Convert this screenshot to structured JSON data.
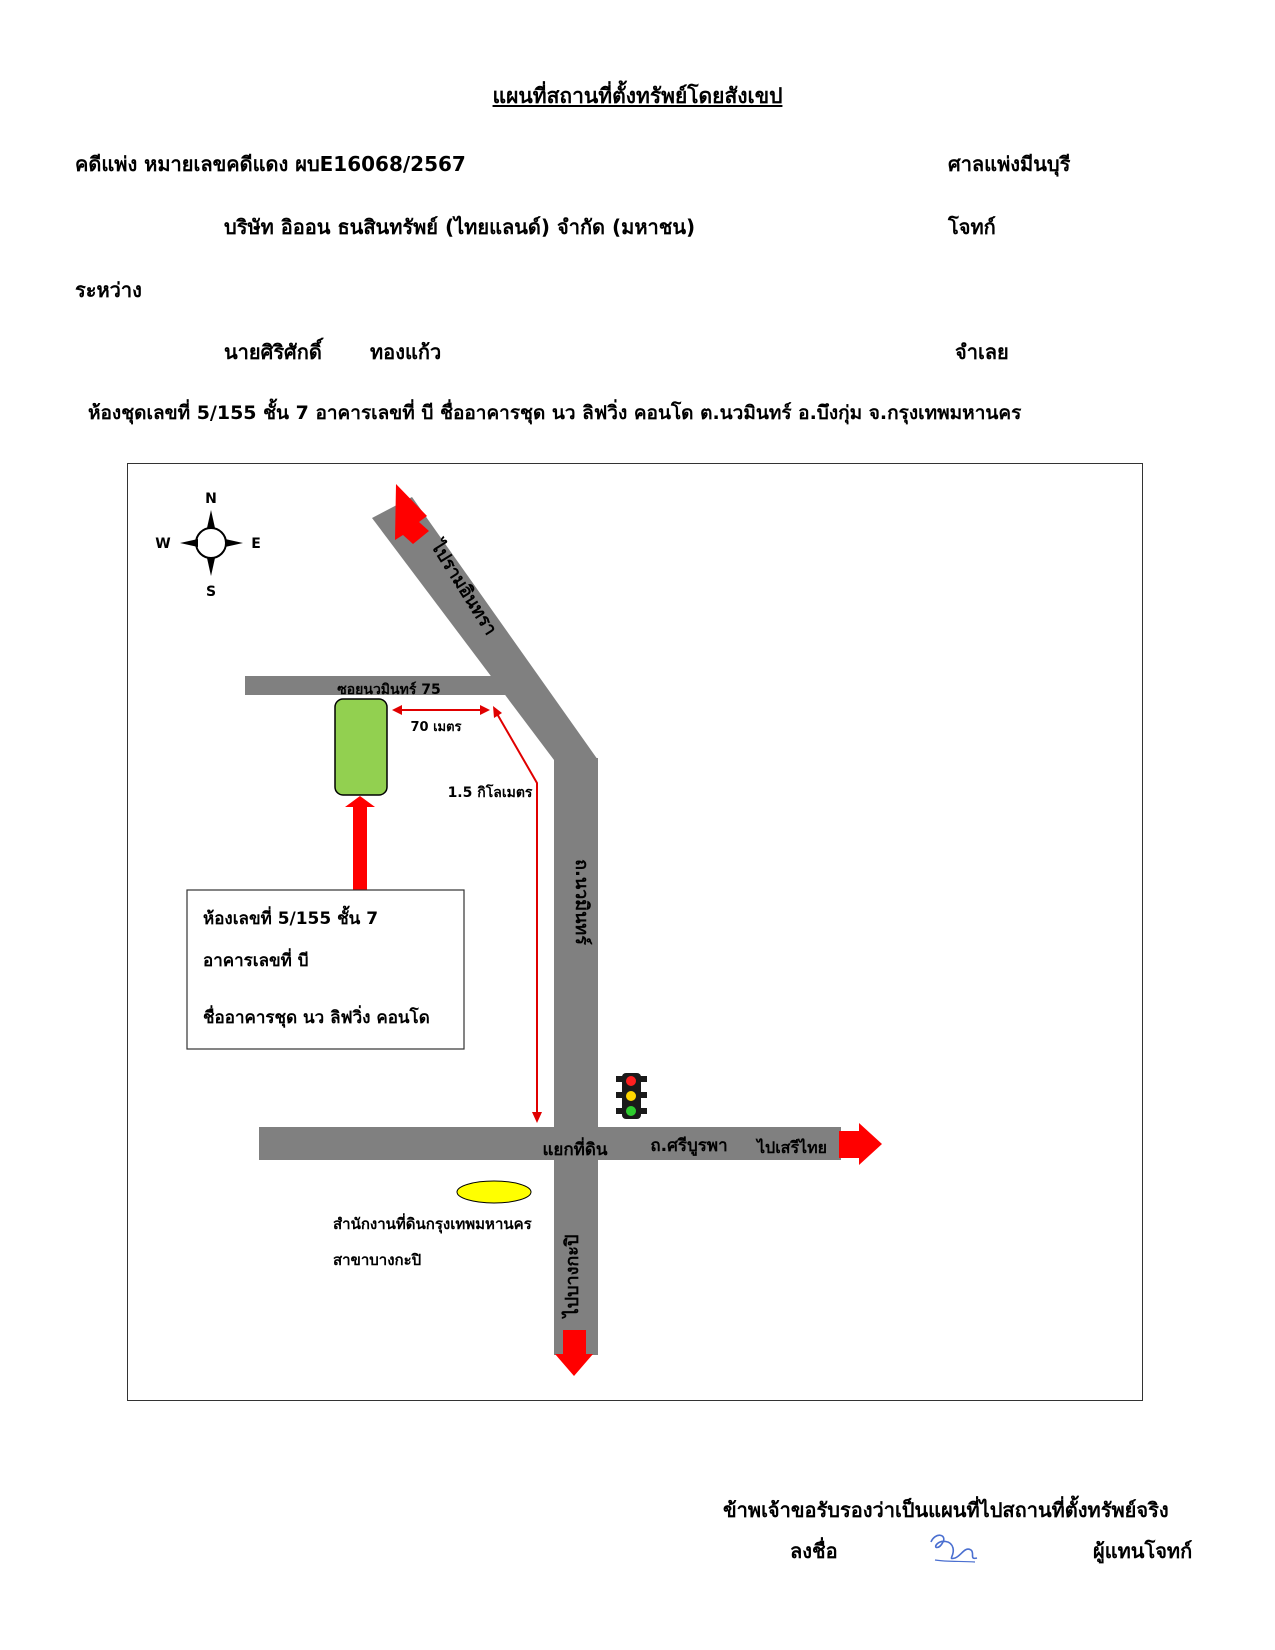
{
  "header": {
    "title": "แผนที่สถานที่ตั้งทรัพย์โดยสังเขป",
    "case_label": "คดีแพ่ง  หมายเลขคดีแดง  ผบE16068/2567",
    "court": "ศาลแพ่งมีนบุรี",
    "plaintiff_name": "บริษัท อิออน ธนสินทรัพย์ (ไทยแลนด์) จำกัด (มหาชน)",
    "plaintiff_role": "โจทก์",
    "between": "ระหว่าง",
    "defendant_first": "นายศิริศักดิ์",
    "defendant_last": "ทองแก้ว",
    "defendant_role": "จำเลย",
    "property_line": "ห้องชุดเลขที่ 5/155  ชั้น 7 อาคารเลขที่  บี  ชื่ออาคารชุด นว ลิฟวิ่ง  คอนโด   ต.นวมินทร์   อ.บึงกุ่ม  จ.กรุงเทพมหานคร"
  },
  "map": {
    "compass": {
      "n": "N",
      "s": "S",
      "e": "E",
      "w": "W"
    },
    "road_to_ramintra": "ไปรามอินทรา",
    "soi_label": "ซอยนวมินทร์ 75",
    "dist_70": "70 เมตร",
    "dist_1_5": "1.5 กิโลเมตร",
    "road_nawamin": "ถ.นวมินทร์",
    "junction": "แยกที่ดิน",
    "road_sriburapha": "ถ.ศรีบูรพา",
    "to_seri_thai": "ไปเสรีไทย",
    "to_bangkapi": "ไปบางกะปิ",
    "land_office_line1": "สำนักงานที่ดินกรุงเทพมหานคร",
    "land_office_line2": "สาขาบางกะปิ",
    "callout_line1": "ห้องเลขที่ 5/155  ชั้น 7",
    "callout_line2": "อาคารเลขที่ บี",
    "callout_line3": "ชื่ออาคารชุด นว ลิฟวิ่ง คอนโด",
    "colors": {
      "road": "#808080",
      "arrow": "#ff0000",
      "building": "#92d050",
      "land_office": "#ffff00"
    },
    "icons": [
      "compass-rose-icon",
      "traffic-light-icon"
    ]
  },
  "footer": {
    "certify": "ข้าพเจ้าขอรับรองว่าเป็นแผนที่ไปสถานที่ตั้งทรัพย์จริง",
    "sign_label": "ลงชื่อ",
    "signer_role": "ผู้แทนโจทก์"
  }
}
